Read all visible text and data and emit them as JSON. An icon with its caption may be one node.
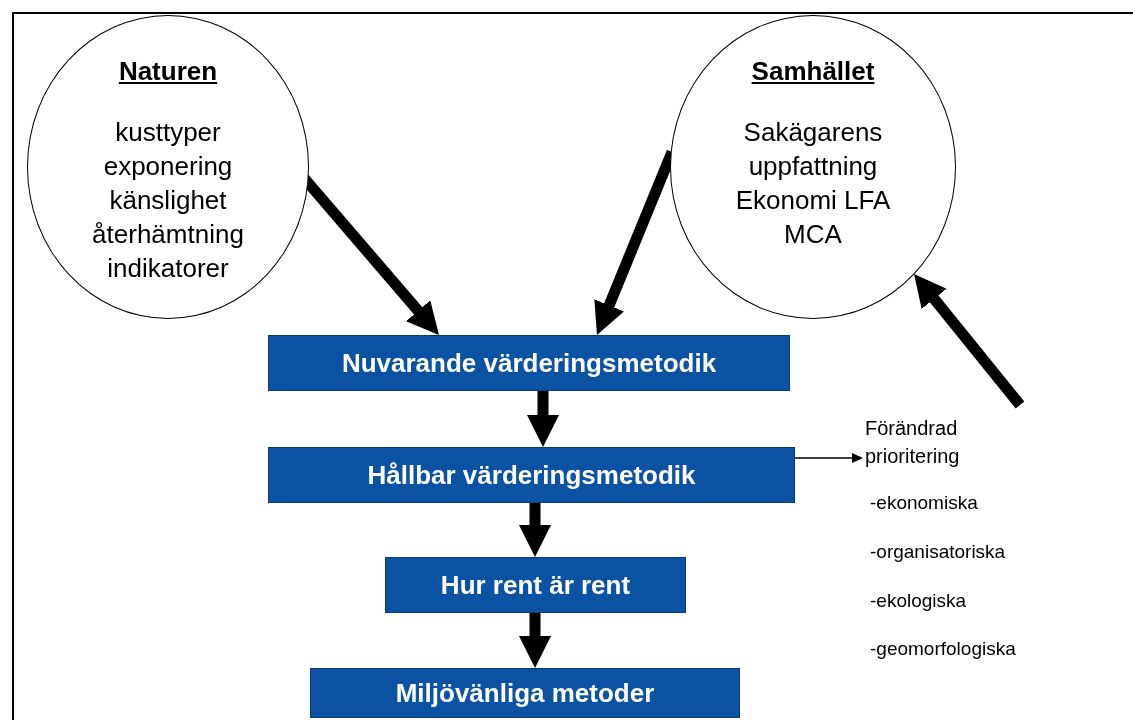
{
  "diagram": {
    "nodes": [
      {
        "text": [
          "Naturen",
          "kusttyper exponering känslighet återhämtning indikatorer"
        ]
      },
      {
        "text": [
          "Samhället",
          "Sakägarens uppfattning Ekonomi LFA MCA"
        ]
      },
      {
        "text": [
          "Nuvarande värderingsmetodik"
        ]
      },
      {
        "text": [
          "Hållbar värderingsmetodik"
        ]
      },
      {
        "text": [
          "Hur rent är rent"
        ]
      },
      {
        "text": [
          "Miljövänliga metoder"
        ]
      },
      {
        "text": [
          "Förändrad prioritering"
        ]
      }
    ],
    "edges": [
      {
        "from": 0,
        "to": 2,
        "arrow": "to"
      },
      {
        "from": 1,
        "to": 2,
        "arrow": "to"
      },
      {
        "from": 2,
        "to": 3,
        "arrow": "to"
      },
      {
        "from": 3,
        "to": 4,
        "arrow": "to"
      },
      {
        "from": 4,
        "to": 5,
        "arrow": "to"
      },
      {
        "from": 3,
        "to": 6,
        "arrow": "to"
      },
      {
        "from": 6,
        "to": 1,
        "arrow": "to"
      }
    ],
    "labels": [
      "-ekonomiska",
      "-organisatoriska",
      "-ekologiska",
      "-geomorfologiska"
    ]
  }
}
